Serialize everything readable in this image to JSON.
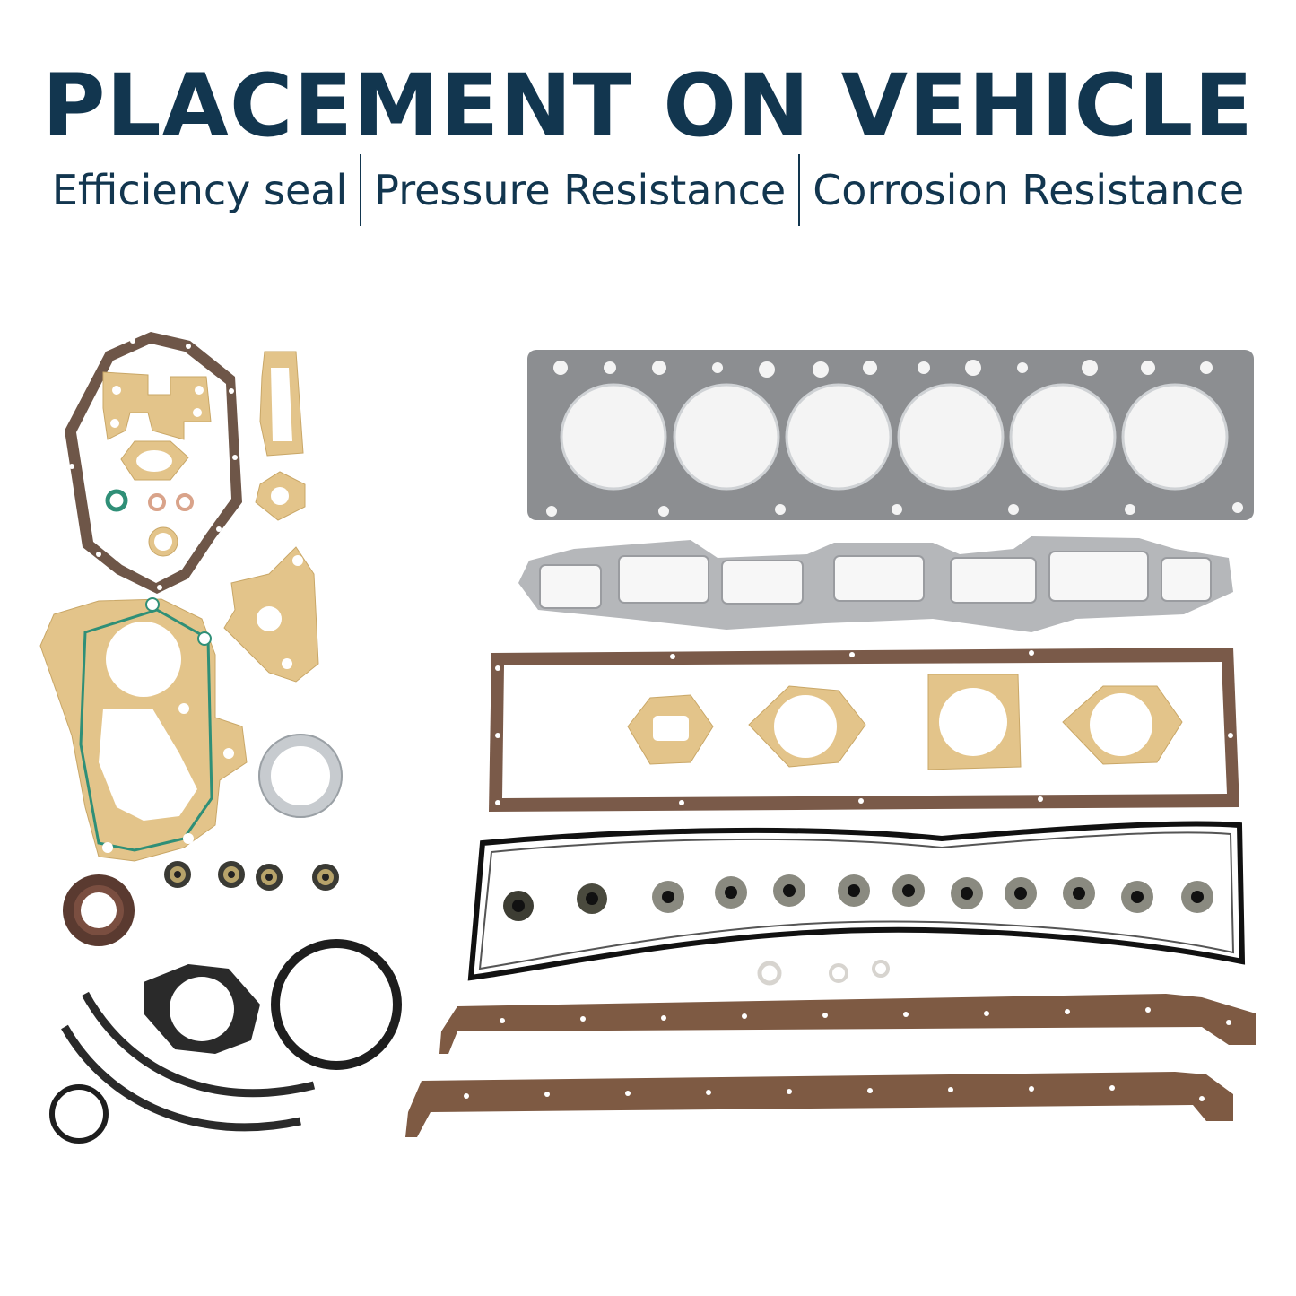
{
  "header": {
    "title": "PLACEMENT ON VEHICLE",
    "features": [
      "Efficiency seal",
      "Pressure Resistance",
      "Corrosion Resistance"
    ]
  },
  "illustration": {
    "subject": "engine gasket kit",
    "colors": {
      "title": "#12364f",
      "head_gasket": "#8c8e91",
      "manifold_gasket": "#b5b7ba",
      "fiber_gasket": "#7a5a49",
      "paper_gasket": "#e3c48a",
      "cork_gasket": "#7e5a43",
      "rubber_seal": "#2a2a2a",
      "green_bead": "#2f8f77"
    }
  }
}
